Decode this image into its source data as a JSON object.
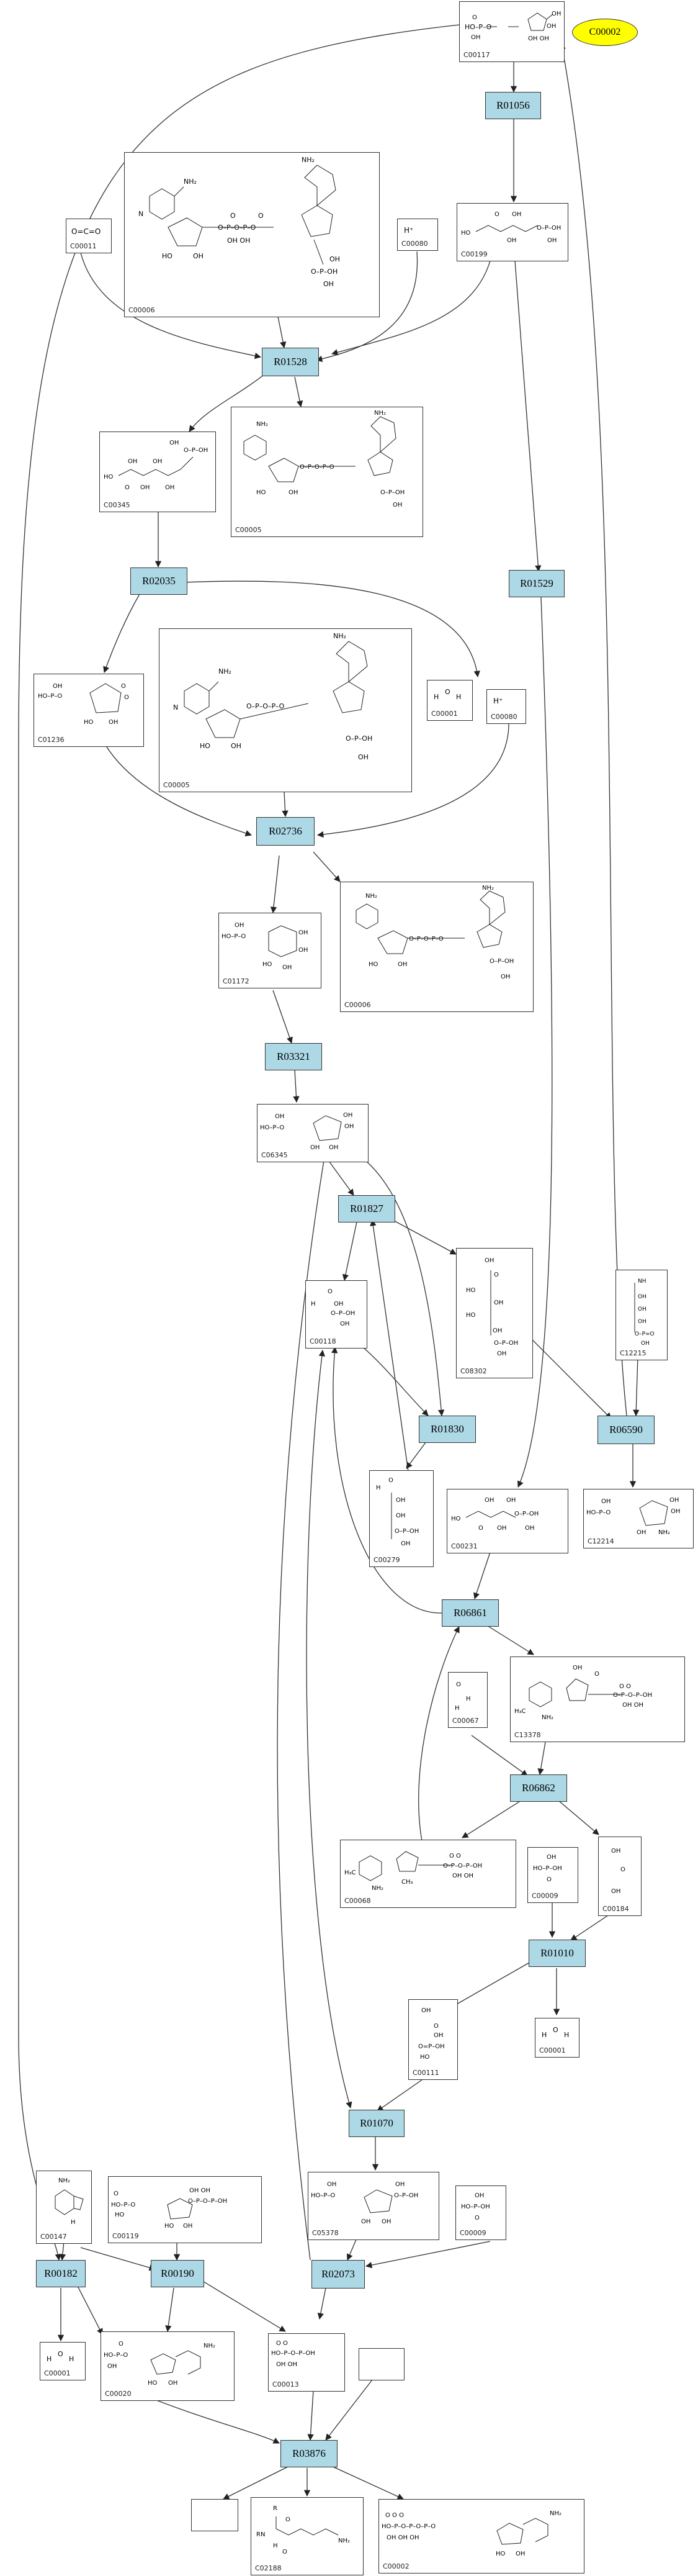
{
  "highlighted_compound": {
    "id": "C00002"
  },
  "reactions": {
    "R01056": "R01056",
    "R01528": "R01528",
    "R02035": "R02035",
    "R01529": "R01529",
    "R02736": "R02736",
    "R03321": "R03321",
    "R01827": "R01827",
    "R01830": "R01830",
    "R06590": "R06590",
    "R06861": "R06861",
    "R06862": "R06862",
    "R01010": "R01010",
    "R01070": "R01070",
    "R00182": "R00182",
    "R00190": "R00190",
    "R02073": "R02073",
    "R03876": "R03876"
  },
  "compounds": {
    "C00117_top": "C00117",
    "C00011": "C00011",
    "C00006_a": "C00006",
    "C00080_a": "C00080",
    "C00199": "C00199",
    "C00345": "C00345",
    "C00005_a": "C00005",
    "C01236": "C01236",
    "C00005_b": "C00005",
    "C00001_a": "C00001",
    "C00080_b": "C00080",
    "C01172": "C01172",
    "C00006_b": "C00006",
    "C06345": "C06345",
    "C00118": "C00118",
    "C08302": "C08302",
    "C12215": "C12215",
    "C00279": "C00279",
    "C00231": "C00231",
    "C12214": "C12214",
    "C00067": "C00067",
    "C13378": "C13378",
    "C00068": "C00068",
    "C00009_a": "C00009",
    "C00184": "C00184",
    "C00111": "C00111",
    "C00001_b": "C00001",
    "C00147": "C00147",
    "C00119": "C00119",
    "C05378": "C05378",
    "C00009_b": "C00009",
    "C00001_c": "C00001",
    "C00020": "C00020",
    "C00013": "C00013",
    "C02188": "C02188",
    "C00002_b": "C00002"
  },
  "labels": {
    "proton": "H⁺",
    "water_h": "H",
    "water_o": "O",
    "phosphate": "HO–P–OH",
    "amide": "NH₂",
    "co2": "O=C=O"
  }
}
